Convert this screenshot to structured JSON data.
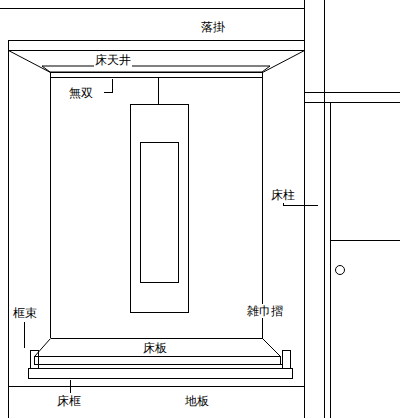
{
  "diagram": {
    "labels": [
      "落掛",
      "床天井",
      "無双",
      "床柱",
      "框束",
      "雑巾摺",
      "床板",
      "床框",
      "地板"
    ]
  }
}
